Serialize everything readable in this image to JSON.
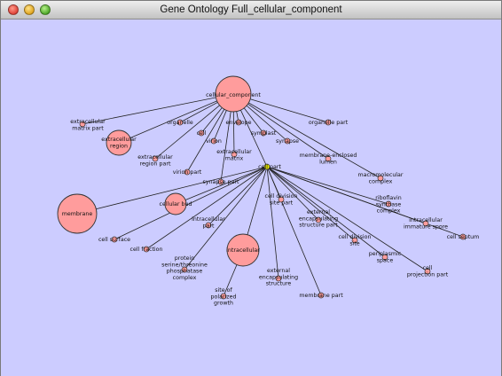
{
  "window": {
    "title": "Gene Ontology Full_cellular_component"
  },
  "colors": {
    "canvas_bg": "#ccccff",
    "node_fill": "#ff9c9c",
    "node_stroke": "#333333",
    "hub_fill": "#e8e800",
    "edge": "#222222"
  },
  "graph": {
    "nodes": [
      {
        "id": "cellular_component",
        "lines": [
          "cellular_component"
        ],
        "size": "large",
        "fill": "node"
      },
      {
        "id": "extracellular_matrix_part",
        "lines": [
          "extracellular",
          "matrix part"
        ],
        "size": "tiny",
        "fill": "node"
      },
      {
        "id": "organelle",
        "lines": [
          "organelle"
        ],
        "size": "tiny",
        "fill": "node"
      },
      {
        "id": "envelope",
        "lines": [
          "envelope"
        ],
        "size": "tiny",
        "fill": "node"
      },
      {
        "id": "organelle_part",
        "lines": [
          "organelle part"
        ],
        "size": "tiny",
        "fill": "node"
      },
      {
        "id": "extracellular_region",
        "lines": [
          "extracellular",
          "region"
        ],
        "size": "medium",
        "fill": "node"
      },
      {
        "id": "cell",
        "lines": [
          "cell"
        ],
        "size": "tiny",
        "fill": "node"
      },
      {
        "id": "symplast",
        "lines": [
          "symplast"
        ],
        "size": "tiny",
        "fill": "node"
      },
      {
        "id": "virion",
        "lines": [
          "virion"
        ],
        "size": "tiny",
        "fill": "node"
      },
      {
        "id": "synapse",
        "lines": [
          "synapse"
        ],
        "size": "tiny",
        "fill": "node"
      },
      {
        "id": "extracellular_region_part",
        "lines": [
          "extracellular",
          "region part"
        ],
        "size": "tiny",
        "fill": "node"
      },
      {
        "id": "extracellular_matrix",
        "lines": [
          "extracellular",
          "matrix"
        ],
        "size": "tiny",
        "fill": "node"
      },
      {
        "id": "membrane_enclosed_lumen",
        "lines": [
          "membrane-enclosed",
          "lumen"
        ],
        "size": "tiny",
        "fill": "node"
      },
      {
        "id": "virion_part",
        "lines": [
          "virion part"
        ],
        "size": "tiny",
        "fill": "node"
      },
      {
        "id": "cell_part",
        "lines": [
          "cell part"
        ],
        "size": "hub",
        "fill": "hub"
      },
      {
        "id": "macromolecular_complex",
        "lines": [
          "macromolecular",
          "complex"
        ],
        "size": "tiny",
        "fill": "node"
      },
      {
        "id": "synapse_part",
        "lines": [
          "synapse part"
        ],
        "size": "tiny",
        "fill": "node"
      },
      {
        "id": "cell_division_site_part",
        "lines": [
          "cell division",
          "site part"
        ],
        "size": "tiny",
        "fill": "node"
      },
      {
        "id": "riboflavin_synthase_complex",
        "lines": [
          "riboflavin",
          "synthase",
          "complex"
        ],
        "size": "tiny",
        "fill": "node"
      },
      {
        "id": "cellular_bud",
        "lines": [
          "cellular bud"
        ],
        "size": "small",
        "fill": "node"
      },
      {
        "id": "external_encapsulating_structure_part",
        "lines": [
          "external",
          "encapsulating",
          "structure part"
        ],
        "size": "tiny",
        "fill": "node"
      },
      {
        "id": "membrane",
        "lines": [
          "membrane"
        ],
        "size": "xlarge",
        "fill": "node"
      },
      {
        "id": "intracellular_part",
        "lines": [
          "intracellular",
          "part"
        ],
        "size": "tiny",
        "fill": "node"
      },
      {
        "id": "intracellular_immature_spore",
        "lines": [
          "intracellular",
          "immature spore"
        ],
        "size": "tiny",
        "fill": "node"
      },
      {
        "id": "cell_division_site",
        "lines": [
          "cell division",
          "site"
        ],
        "size": "tiny",
        "fill": "node"
      },
      {
        "id": "cell_septum",
        "lines": [
          "cell septum"
        ],
        "size": "tiny",
        "fill": "node"
      },
      {
        "id": "cell_surface",
        "lines": [
          "cell surface"
        ],
        "size": "tiny",
        "fill": "node"
      },
      {
        "id": "cell_fraction",
        "lines": [
          "cell fraction"
        ],
        "size": "tiny",
        "fill": "node"
      },
      {
        "id": "intracellular",
        "lines": [
          "intracellular"
        ],
        "size": "medium-large",
        "fill": "node"
      },
      {
        "id": "periplasmic_space",
        "lines": [
          "periplasmic",
          "space"
        ],
        "size": "tiny",
        "fill": "node"
      },
      {
        "id": "protein_serine_threonine_phosphatase_complex",
        "lines": [
          "protein",
          "serine/threonine",
          "phosphatase",
          "complex"
        ],
        "size": "tiny",
        "fill": "node"
      },
      {
        "id": "cell_projection_part",
        "lines": [
          "cell",
          "projection part"
        ],
        "size": "tiny",
        "fill": "node"
      },
      {
        "id": "external_encapsulating_structure",
        "lines": [
          "external",
          "encapsulating",
          "structure"
        ],
        "size": "tiny",
        "fill": "node"
      },
      {
        "id": "membrane_part",
        "lines": [
          "membrane part"
        ],
        "size": "tiny",
        "fill": "node"
      },
      {
        "id": "site_of_polarized_growth",
        "lines": [
          "site of",
          "polarized",
          "growth"
        ],
        "size": "tiny",
        "fill": "node"
      }
    ],
    "edges": [
      [
        "cellular_component",
        "extracellular_matrix_part"
      ],
      [
        "cellular_component",
        "organelle"
      ],
      [
        "cellular_component",
        "envelope"
      ],
      [
        "cellular_component",
        "organelle_part"
      ],
      [
        "cellular_component",
        "extracellular_region"
      ],
      [
        "cellular_component",
        "cell"
      ],
      [
        "cellular_component",
        "symplast"
      ],
      [
        "cellular_component",
        "virion"
      ],
      [
        "cellular_component",
        "synapse"
      ],
      [
        "cellular_component",
        "extracellular_region_part"
      ],
      [
        "cellular_component",
        "extracellular_matrix"
      ],
      [
        "cellular_component",
        "membrane_enclosed_lumen"
      ],
      [
        "cellular_component",
        "virion_part"
      ],
      [
        "cellular_component",
        "cell_part"
      ],
      [
        "cellular_component",
        "macromolecular_complex"
      ],
      [
        "cellular_component",
        "synapse_part"
      ],
      [
        "cell_part",
        "cell_division_site_part"
      ],
      [
        "cell_part",
        "riboflavin_synthase_complex"
      ],
      [
        "cell_part",
        "cellular_bud"
      ],
      [
        "cell_part",
        "external_encapsulating_structure_part"
      ],
      [
        "cell_part",
        "membrane"
      ],
      [
        "cell_part",
        "intracellular_part"
      ],
      [
        "cell_part",
        "intracellular_immature_spore"
      ],
      [
        "cell_part",
        "cell_division_site"
      ],
      [
        "cell_part",
        "cell_septum"
      ],
      [
        "cell_part",
        "cell_surface"
      ],
      [
        "cell_part",
        "cell_fraction"
      ],
      [
        "cell_part",
        "intracellular"
      ],
      [
        "cell_part",
        "periplasmic_space"
      ],
      [
        "cell_part",
        "protein_serine_threonine_phosphatase_complex"
      ],
      [
        "cell_part",
        "cell_projection_part"
      ],
      [
        "cell_part",
        "external_encapsulating_structure"
      ],
      [
        "cell_part",
        "membrane_part"
      ],
      [
        "intracellular",
        "site_of_polarized_growth"
      ]
    ]
  }
}
